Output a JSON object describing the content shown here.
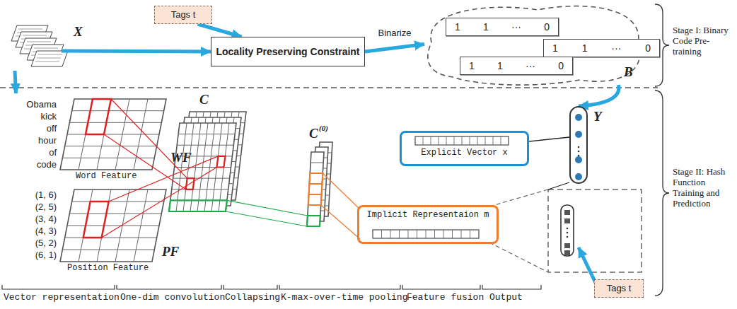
{
  "diagram": {
    "nodes": [
      {
        "text": [
          "X"
        ]
      },
      {
        "text": [
          "Tags t"
        ]
      },
      {
        "text": [
          "Locality Preserving Constraint"
        ]
      },
      {
        "text": [
          "B"
        ]
      },
      {
        "text": [
          "1",
          "1",
          "···",
          "0"
        ],
        "in": 3
      },
      {
        "text": [
          "1",
          "1",
          "···",
          "0"
        ],
        "in": 3
      },
      {
        "text": [
          "1",
          "1",
          "···",
          "0"
        ],
        "in": 3
      },
      {
        "text": [
          "WF",
          "Word Feature"
        ]
      },
      {
        "text": [
          "PF",
          "Position Feature"
        ]
      },
      {
        "text": [
          "C"
        ]
      },
      {
        "text": [
          "C",
          "(0)"
        ]
      },
      {
        "text": [
          "Explicit Vector x"
        ]
      },
      {
        "text": [
          "Implicit Representaion m"
        ]
      },
      {
        "text": [
          "Y"
        ]
      },
      {
        "text": [
          "Tags t"
        ]
      }
    ],
    "edges": [
      {
        "from": 0,
        "to": 2,
        "arrow": "to"
      },
      {
        "from": 1,
        "to": 2,
        "arrow": "to"
      },
      {
        "from": 2,
        "to": 3,
        "label": "Binarize",
        "arrow": "to"
      },
      {
        "from": 3,
        "to": 13,
        "arrow": "to"
      },
      {
        "from": 0,
        "to": 7,
        "arrow": "to"
      },
      {
        "from": 11,
        "to": 13,
        "arrow": "none"
      }
    ],
    "labels": [
      "Obama",
      "kick",
      "off",
      "hour",
      "of",
      "code",
      "(1, 6)",
      "(2, 5)",
      "(3, 4)",
      "(4, 3)",
      "(5, 2)",
      "(6, 1)",
      "Vector representation",
      "One-dim convolution",
      "Collapsing",
      "K-max-over-time pooling",
      "Feature fusion",
      "Output",
      "Stage I: Binary Code Pre-training",
      "Stage II: Hash Function Training and Prediction"
    ]
  }
}
